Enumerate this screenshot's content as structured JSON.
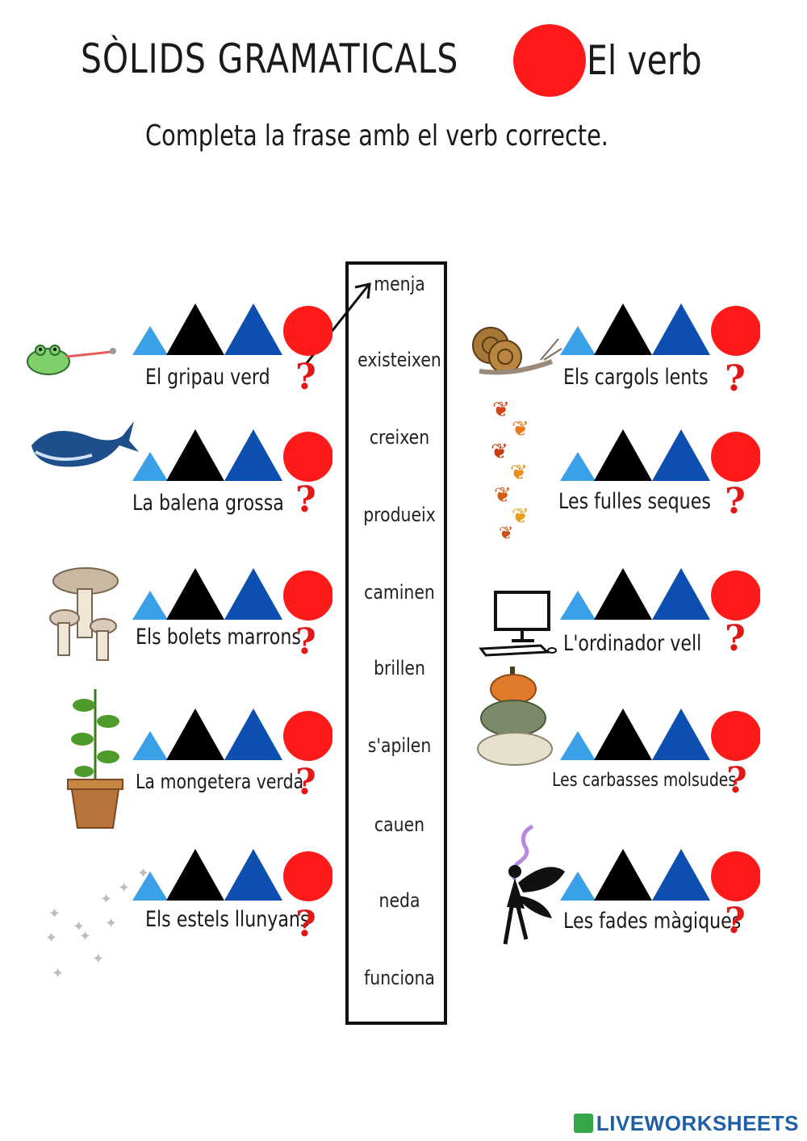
{
  "header": {
    "title": "SÒLIDS GRAMATICALS",
    "subtitle": "El verb",
    "instruction": "Completa la frase amb el verb correcte."
  },
  "verbs": [
    "menja",
    "existeixen",
    "creixen",
    "produeix",
    "caminen",
    "brillen",
    "s'apilen",
    "cauen",
    "neda",
    "funciona"
  ],
  "left_sentences": [
    {
      "text": "El gripau verd",
      "picture": "frog-icon"
    },
    {
      "text": "La balena grossa",
      "picture": "whale-icon"
    },
    {
      "text": "Els bolets marrons",
      "picture": "mushrooms-icon"
    },
    {
      "text": "La mongetera verda",
      "picture": "bean-plant-icon"
    },
    {
      "text": "Els estels llunyans",
      "picture": "stars-icon"
    }
  ],
  "right_sentences": [
    {
      "text": "Els cargols lents",
      "picture": "snails-icon"
    },
    {
      "text": "Les fulles seques",
      "picture": "leaves-icon"
    },
    {
      "text": "L'ordinador vell",
      "picture": "computer-icon"
    },
    {
      "text": "Les  carbasses molsudes",
      "picture": "pumpkins-icon"
    },
    {
      "text": "Les fades màgiques",
      "picture": "fairy-icon"
    }
  ],
  "colors": {
    "light_blue": "#3aa0e8",
    "black": "#000000",
    "dark_blue": "#0d4fb0",
    "red": "#ff1a1a",
    "question": "#e01818"
  },
  "footer": {
    "brand": "LIVEWORKSHEETS"
  }
}
